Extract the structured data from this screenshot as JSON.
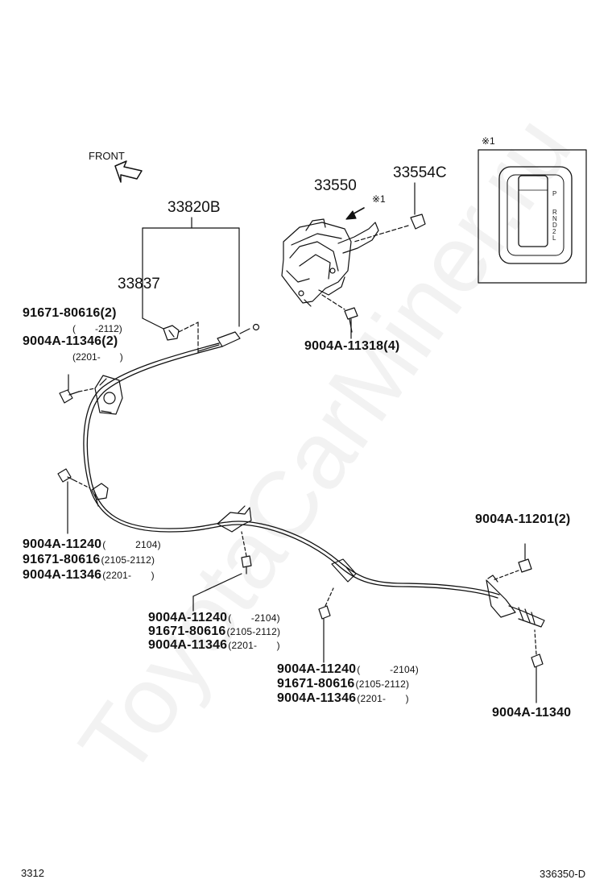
{
  "watermark": "ToyotaCarMiner.ru",
  "front_label": "FRONT",
  "ref_mark": "※1",
  "gear_letters": [
    "P",
    "R",
    "N",
    "D",
    "2",
    "L"
  ],
  "parts": {
    "assy_33820b": "33820B",
    "cable_33837": "33837",
    "lever_33550": "33550",
    "knob_33554c": "33554C",
    "bolt_11318": "9004A-11318(4)",
    "bolt_11201": "9004A-11201(2)",
    "bolt_11340": "9004A-11340"
  },
  "groups": {
    "clip_group": [
      {
        "part": "91671-80616(2)",
        "note": "(　　-2112)"
      },
      {
        "part": "9004A-11346(2)",
        "note": "(2201-　　)"
      }
    ],
    "left_group": [
      {
        "part": "9004A-11240",
        "note": "(　　　2104)"
      },
      {
        "part": "91671-80616",
        "note": "(2105-2112)"
      },
      {
        "part": "9004A-11346",
        "note": "(2201-　　)"
      }
    ],
    "middle_group": [
      {
        "part": "9004A-11240",
        "note": "(　　-2104)"
      },
      {
        "part": "91671-80616",
        "note": "(2105-2112)"
      },
      {
        "part": "9004A-11346",
        "note": "(2201-　　)"
      }
    ],
    "right_group": [
      {
        "part": "9004A-11240",
        "note": "(　　　-2104)"
      },
      {
        "part": "91671-80616",
        "note": "(2105-2112)"
      },
      {
        "part": "9004A-11346",
        "note": "(2201-　　)"
      }
    ]
  },
  "footer": {
    "page_code": "3312",
    "figure_code": "336350-D"
  }
}
